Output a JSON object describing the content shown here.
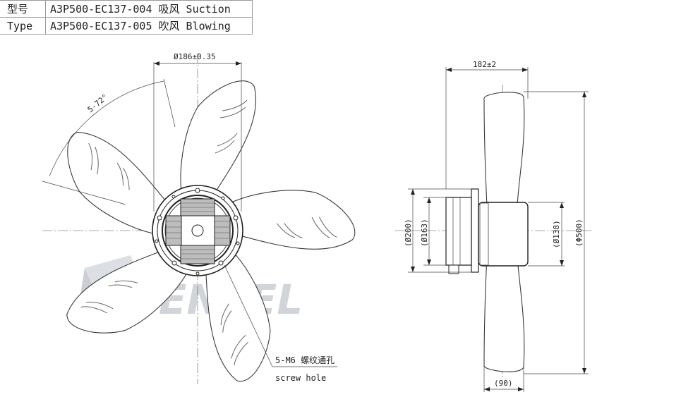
{
  "type_table": {
    "rows": [
      {
        "label": "型号",
        "value": "A3P500-EC137-004 吸风 Suction"
      },
      {
        "label": "Type",
        "value": "A3P500-EC137-005 吹风 Blowing"
      }
    ]
  },
  "front_view": {
    "dim_bolt_circle": "Ø186±0.35",
    "dim_angle": "5-72°",
    "hole_note": "5-M6 螺纹通孔",
    "hole_note_en": "screw hole"
  },
  "side_view": {
    "dim_depth": "182±2",
    "dim_d200": "(Ø200)",
    "dim_d163": "(Ø163)",
    "dim_d138": "(Ø138)",
    "dim_d500": "(Φ500)",
    "dim_90": "(90)"
  },
  "watermark": {
    "text": "VENTEL",
    "colors": {
      "gray": "#c9cdd3",
      "blue": "#a9c6ea"
    }
  }
}
